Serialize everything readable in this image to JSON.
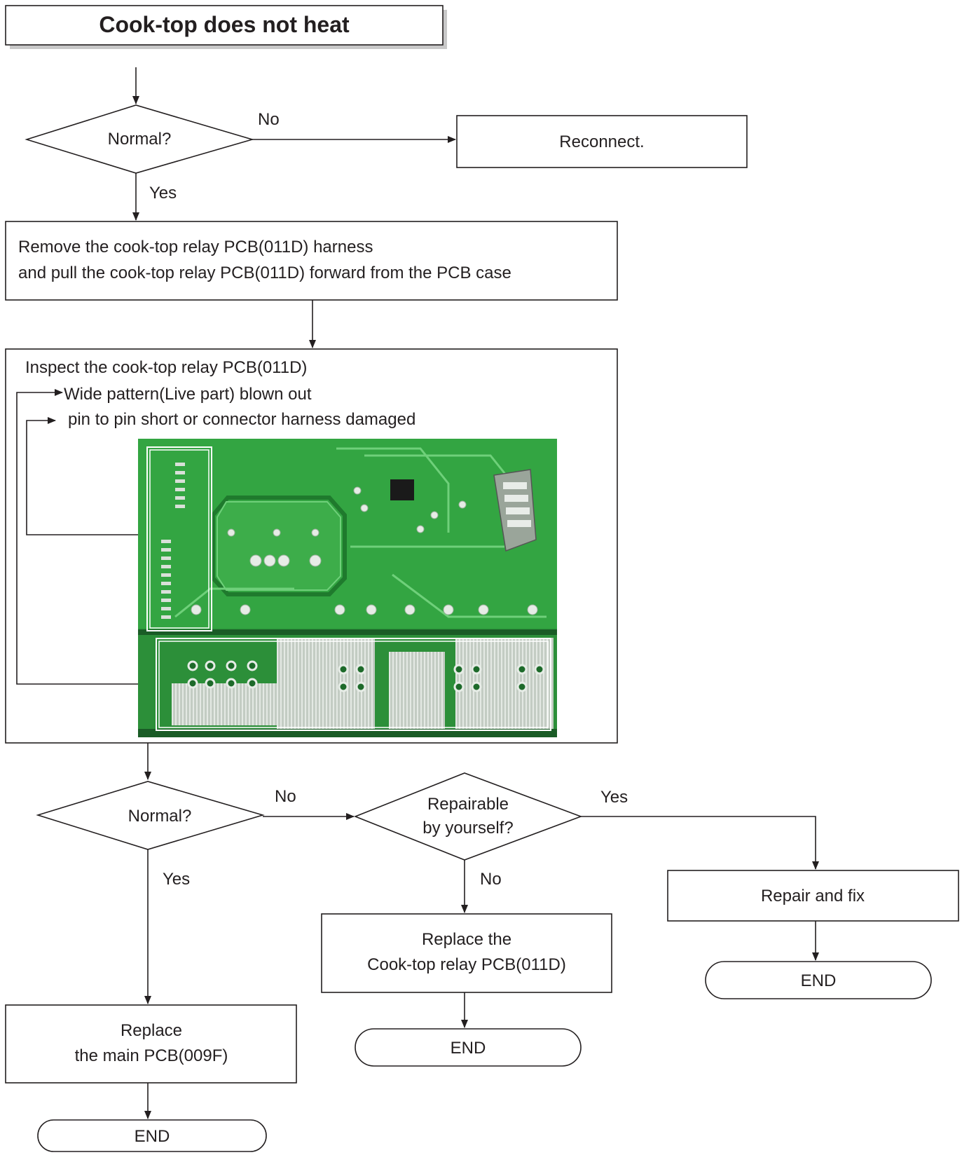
{
  "title": "Cook-top does not heat",
  "nodes": {
    "decision1": {
      "label": "Normal?",
      "no": "No",
      "yes": "Yes"
    },
    "reconnect": {
      "label": "Reconnect."
    },
    "remove_step": {
      "line1": "Remove the cook-top relay PCB(011D) harness",
      "line2": "and pull the cook-top relay PCB(011D) forward from the PCB case"
    },
    "inspect_step": {
      "line1": "Inspect the cook-top relay PCB(011D)",
      "line2": "Wide pattern(Live part) blown out",
      "line3": "pin to pin short or connector harness damaged"
    },
    "decision2": {
      "label": "Normal?",
      "no": "No",
      "yes": "Yes"
    },
    "decision3": {
      "line1": "Repairable",
      "line2": "by yourself?",
      "yes": "Yes",
      "no": "No"
    },
    "repair_fix": {
      "label": "Repair and fix"
    },
    "replace_relay": {
      "line1": "Replace  the",
      "line2": "Cook-top relay PCB(011D)"
    },
    "replace_main": {
      "line1": "Replace",
      "line2": "the main PCB(009F)"
    },
    "end_labels": [
      "END",
      "END",
      "END"
    ]
  },
  "colors": {
    "line": "#231f20",
    "title_shadow": "#c8c8c8",
    "pcb_green": "#2f9e3e",
    "pcb_light": "#4fc15a",
    "pcb_silver": "#c9d1c9"
  }
}
